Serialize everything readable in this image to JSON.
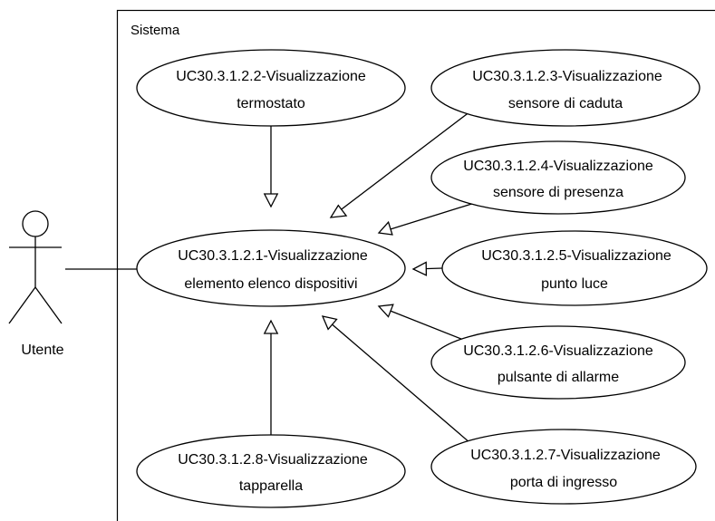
{
  "system": {
    "label": "Sistema"
  },
  "actor": {
    "name": "Utente"
  },
  "use_cases": {
    "main": {
      "line1": "UC30.3.1.2.1-Visualizzazione",
      "line2": "elemento elenco dispositivi"
    },
    "uc2": {
      "line1": "UC30.3.1.2.2-Visualizzazione",
      "line2": "termostato"
    },
    "uc3": {
      "line1": "UC30.3.1.2.3-Visualizzazione",
      "line2": "sensore di caduta"
    },
    "uc4": {
      "line1": "UC30.3.1.2.4-Visualizzazione",
      "line2": "sensore di presenza"
    },
    "uc5": {
      "line1": "UC30.3.1.2.5-Visualizzazione",
      "line2": "punto luce"
    },
    "uc6": {
      "line1": "UC30.3.1.2.6-Visualizzazione",
      "line2": "pulsante di allarme"
    },
    "uc7": {
      "line1": "UC30.3.1.2.7-Visualizzazione",
      "line2": "porta di ingresso"
    },
    "uc8": {
      "line1": "UC30.3.1.2.8-Visualizzazione",
      "line2": "tapparella"
    }
  },
  "colors": {
    "stroke": "#000000",
    "fill": "#ffffff"
  }
}
